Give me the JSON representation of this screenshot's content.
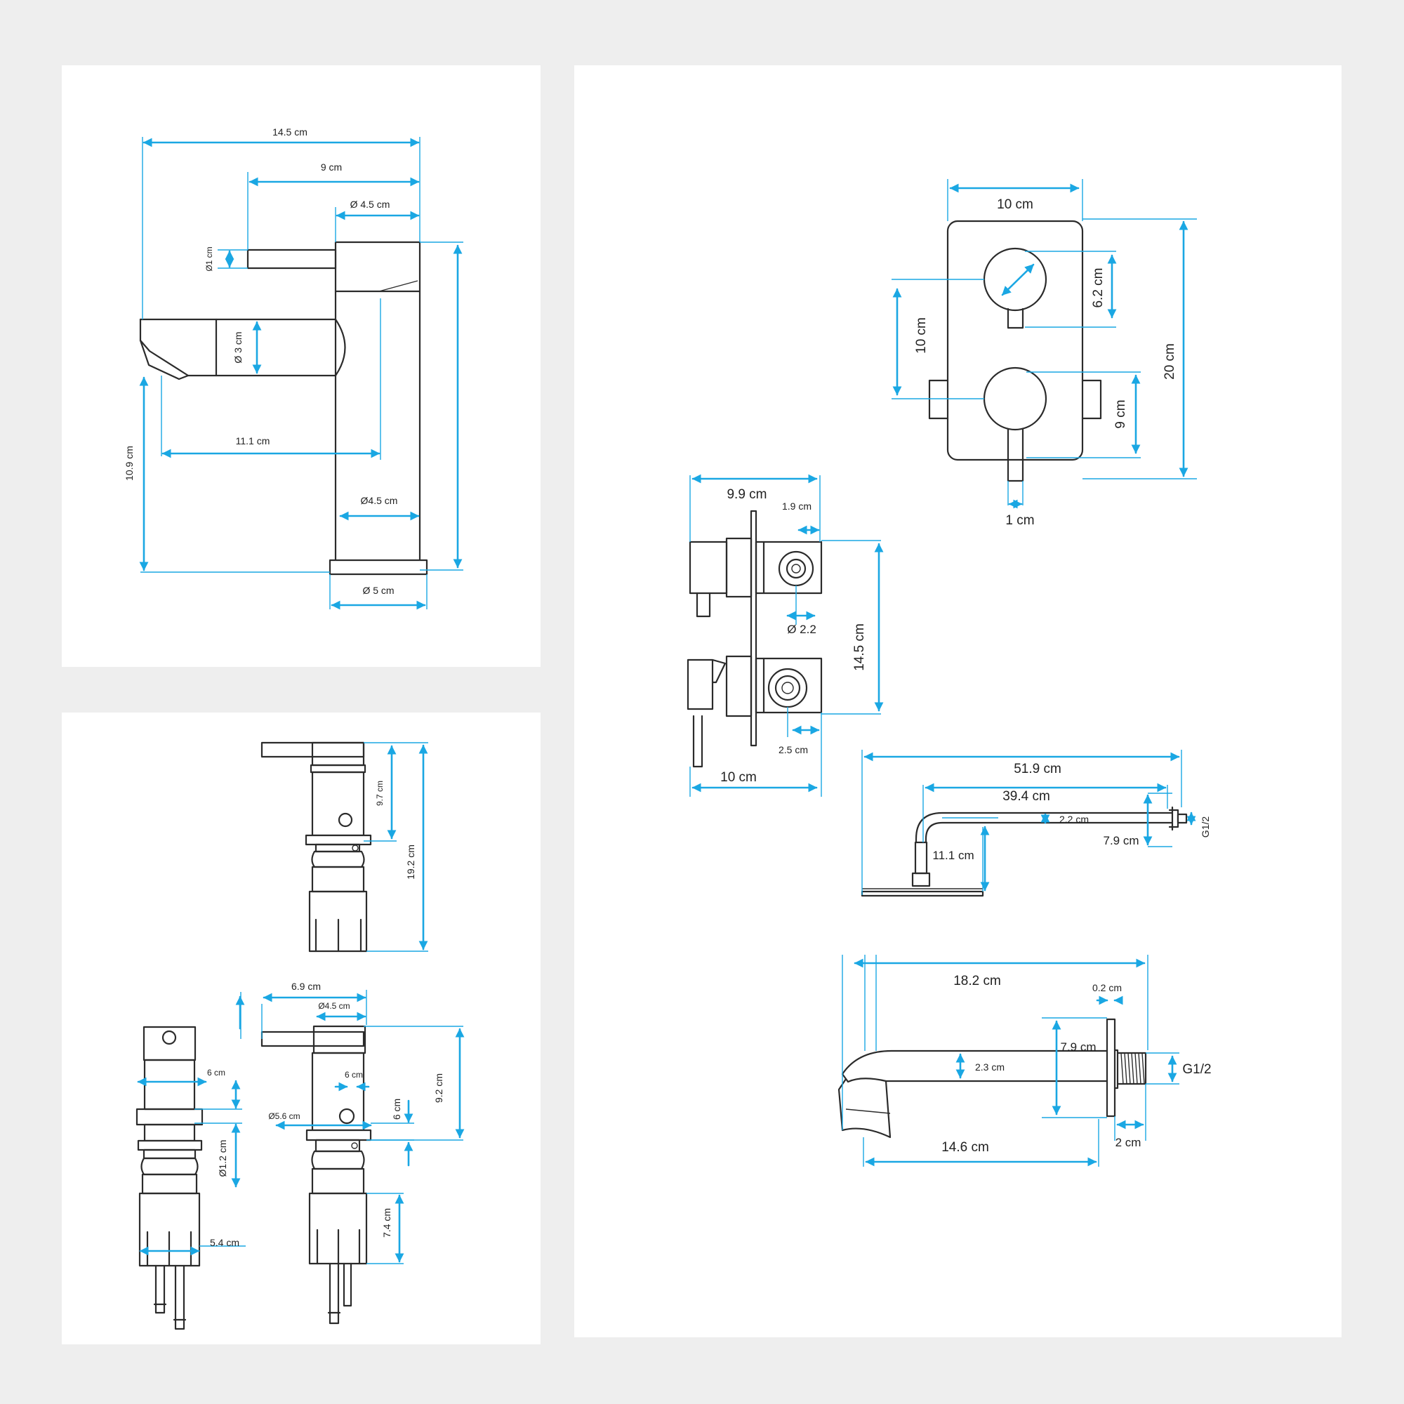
{
  "colors": {
    "dimension": "#1aa7e3",
    "outline": "#2b2b2b",
    "panel": "#ffffff",
    "background": "#eeeeee"
  },
  "basin_mixer": {
    "overall_width": "14.5 cm",
    "lever_reach": "9 cm",
    "body_diameter_top": "Ø 4.5 cm",
    "lever_diameter": "Ø1 cm",
    "spout_diameter": "Ø 3 cm",
    "spout_reach": "11.1 cm",
    "spout_height": "10.9 cm",
    "body_diameter": "Ø4.5 cm",
    "base_diameter": "Ø 5 cm"
  },
  "concealed_valves": {
    "total_height": "19.2 cm",
    "upper_height": "9.7 cm",
    "handle_reach": "6.9 cm",
    "handle_diameter": "Ø4.5 cm",
    "slot_width_a": "6 cm",
    "slot_width_b": "6 cm",
    "body_height": "9.2 cm",
    "plate_offset": "6 cm",
    "flange_diameter": "Ø5.6 cm",
    "pipe_diameter": "Ø1.2 cm",
    "lower_height": "7.4 cm",
    "base_width": "5.4 cm"
  },
  "wall_plate": {
    "width": "10 cm",
    "height": "20 cm",
    "handle_spacing": "10 cm",
    "upper_handle": "6.2 cm",
    "lower_handle": "9 cm",
    "lever": "1 cm"
  },
  "valve_side": {
    "depth": "9.9 cm",
    "offset_top": "1.9 cm",
    "port_diameter": "Ø 2.2",
    "height": "14.5 cm",
    "offset_bottom": "2.5 cm",
    "width_bottom": "10 cm"
  },
  "shower_arm": {
    "total_length": "51.9 cm",
    "arm_length": "39.4 cm",
    "pipe_diameter": "2.2 cm",
    "flange": "7.9 cm",
    "drop": "11.1 cm",
    "thread": "G1/2"
  },
  "bath_spout": {
    "total_length": "18.2 cm",
    "plate_thickness": "0.2 cm",
    "flange": "7.9 cm",
    "spout_diameter": "2.3 cm",
    "thread": "G1/2",
    "reach": "14.6 cm",
    "thread_length": "2 cm"
  }
}
